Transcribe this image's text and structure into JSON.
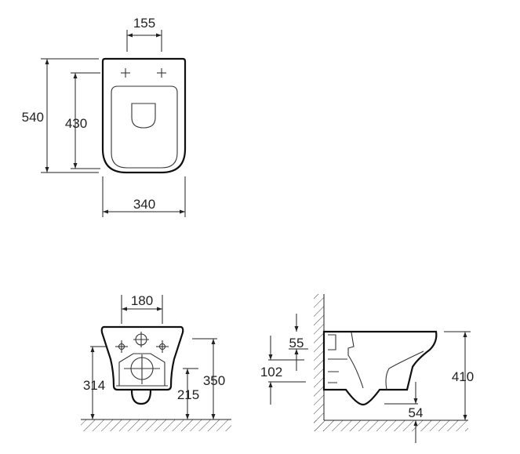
{
  "top_view": {
    "width_label": "340",
    "length_label": "540",
    "seat_length_label": "430",
    "bolt_spacing_label": "155"
  },
  "front_view": {
    "bolt_spacing_label": "180",
    "bolt_height_label": "314",
    "outlet_height_label": "215",
    "rim_top_height_label": "350"
  },
  "side_view": {
    "inlet_offset_label": "55",
    "outlet_span_label": "102",
    "total_height_label": "410",
    "trap_clearance_label": "54"
  }
}
